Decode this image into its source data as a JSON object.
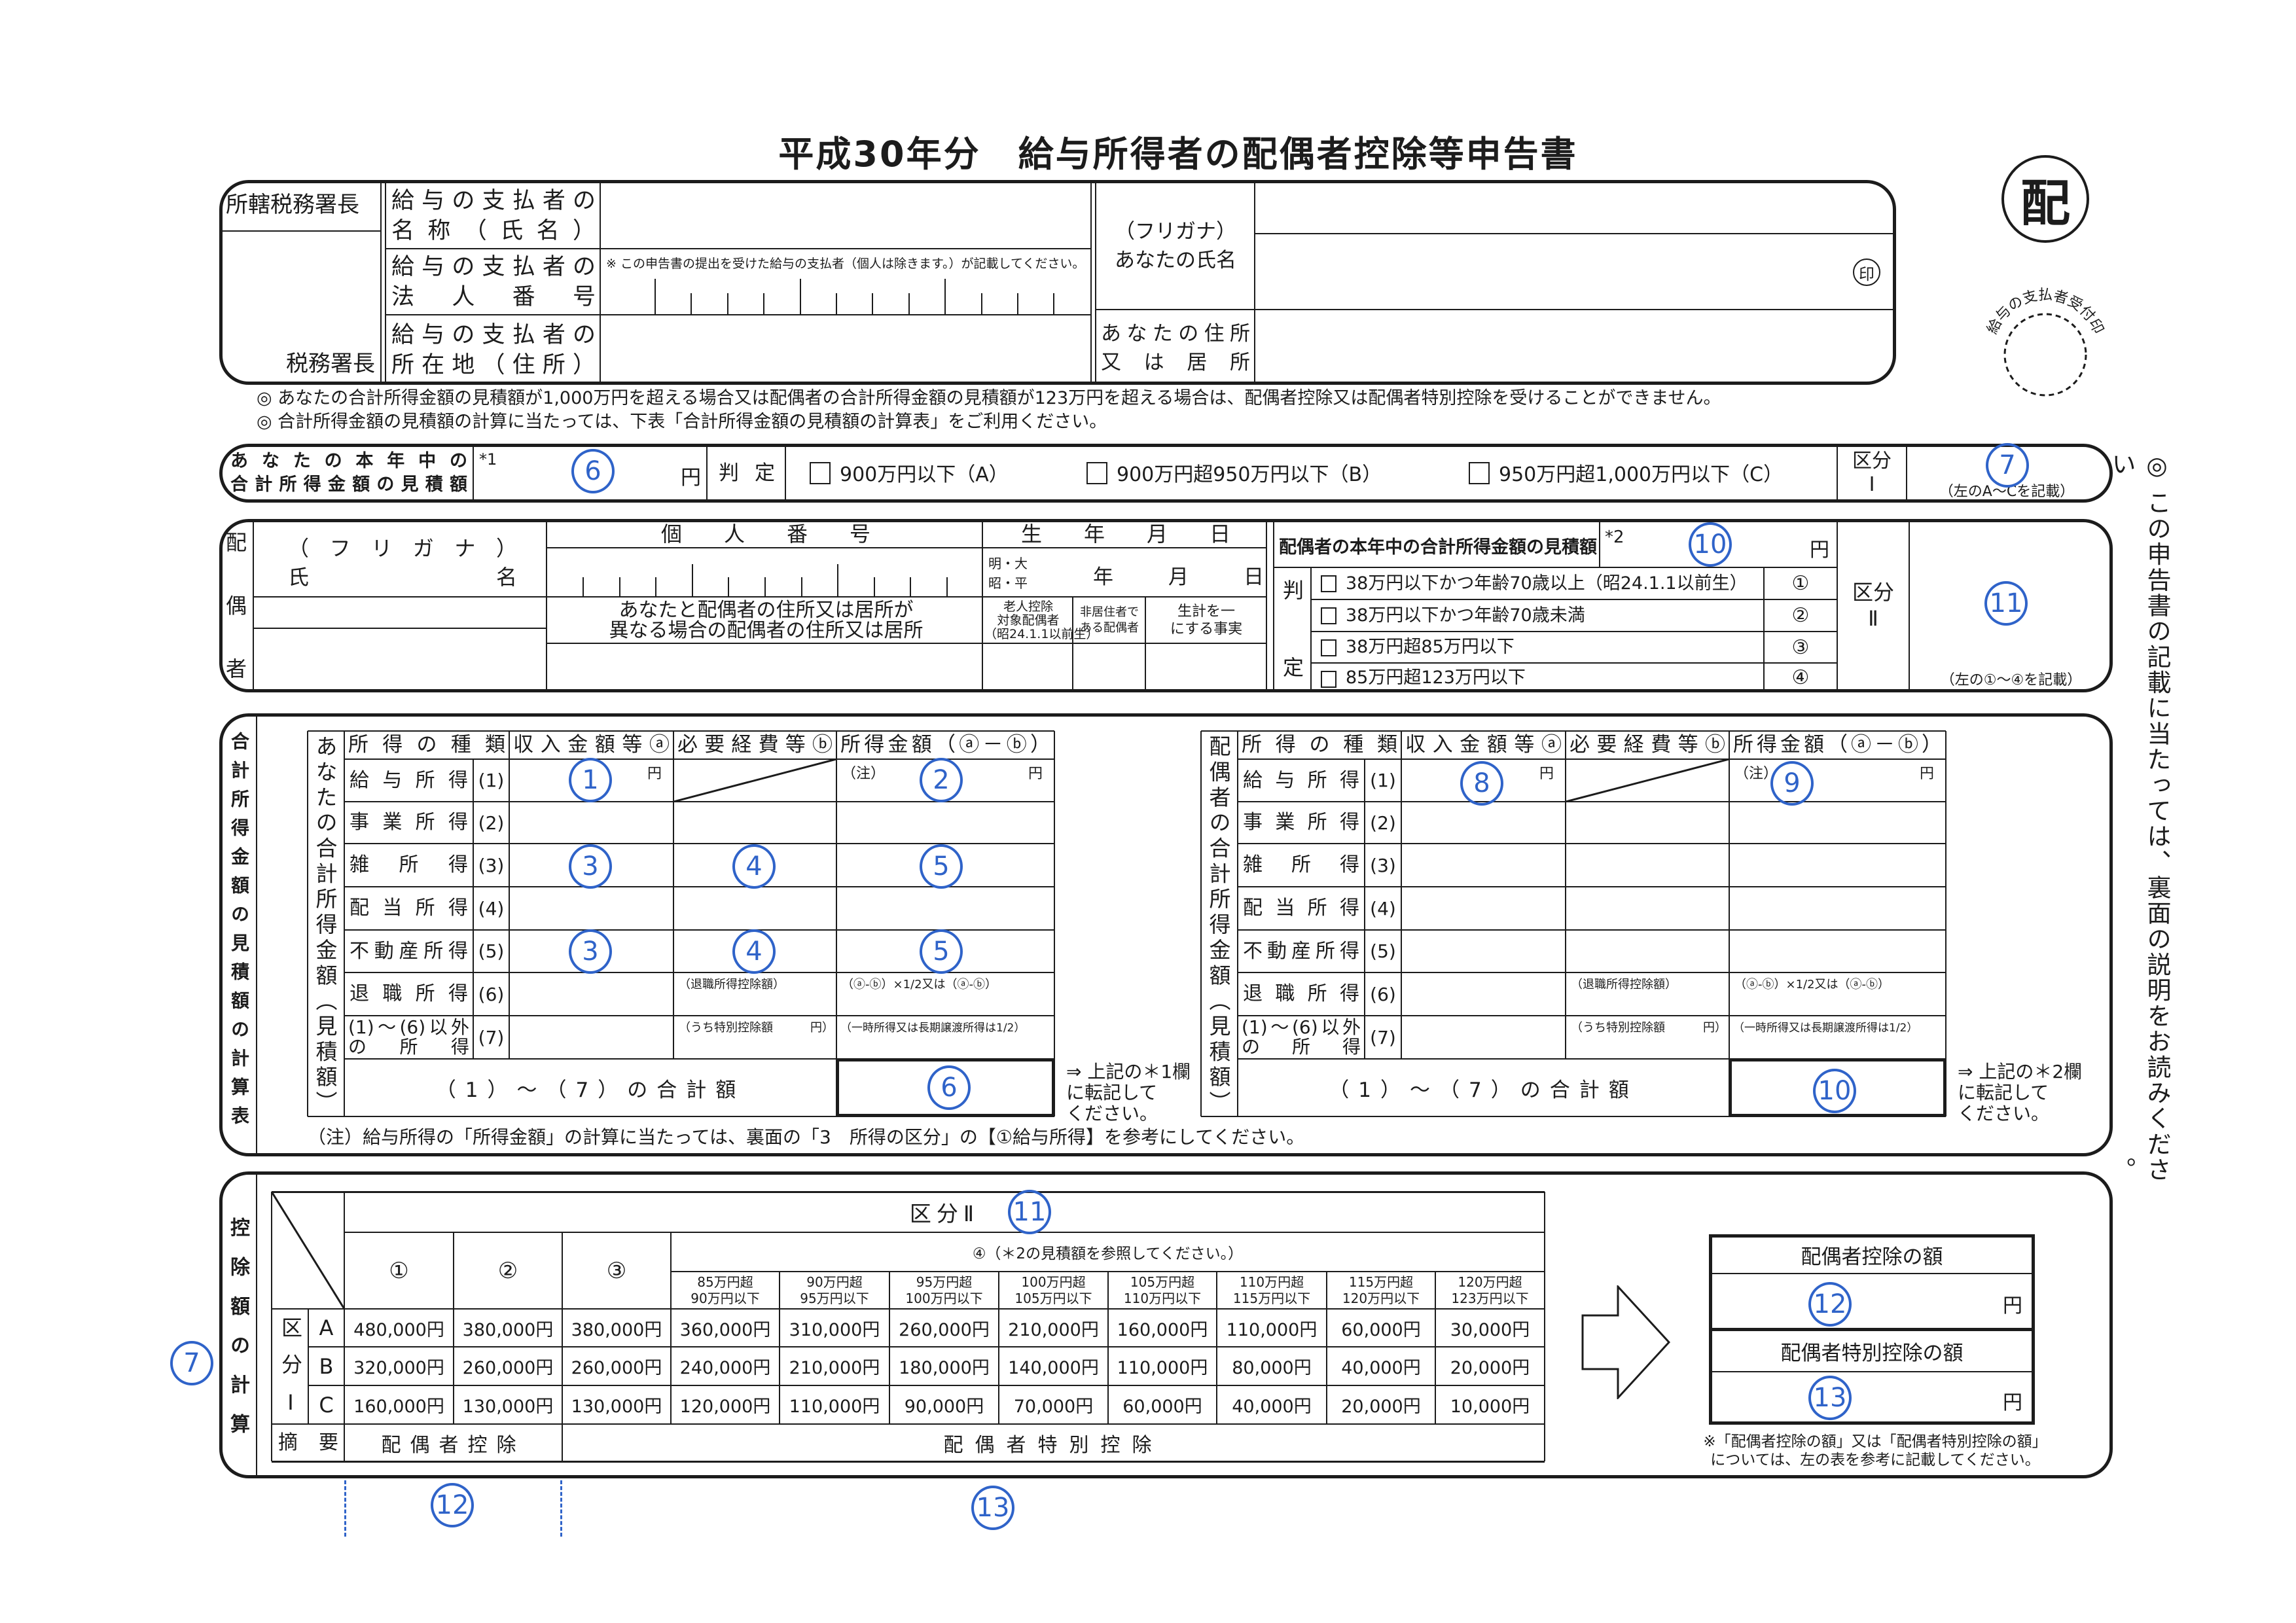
{
  "colors": {
    "ink": "#1c1c1c",
    "annotation": "#2f63c9"
  },
  "title": "平成30年分　給与所得者の配偶者控除等申告書",
  "form_stamp": "配",
  "receipt_stamp": "給与の支払者受付印",
  "header": {
    "tax_office_label": "所轄税務署長",
    "tax_office_suffix": "税務署長",
    "payer_name_label": [
      "給与の支払者の",
      "名称（氏名）"
    ],
    "payer_number_label": [
      "給与の支払者の",
      "法人番号"
    ],
    "payer_number_note": "※ この申告書の提出を受けた給与の支払者（個人は除きます。）が記載してください。",
    "payer_address_label": [
      "給与の支払者の",
      "所在地（住所）"
    ],
    "your_name_label": [
      "（フリガナ）",
      "あなたの氏名"
    ],
    "seal": "印",
    "your_address_label": [
      "あなたの住所",
      "又は居所"
    ]
  },
  "notes": [
    "◎ あなたの合計所得金額の見積額が1,000万円を超える場合又は配偶者の合計所得金額の見積額が123万円を超える場合は、配偶者控除又は配偶者特別控除を受けることができません。",
    "◎ 合計所得金額の見積額の計算に当たっては、下表「合計所得金額の見積額の計算表」をご利用ください。"
  ],
  "your_estimate": {
    "label": [
      "あなたの本年中の",
      "合計所得金額の見積額"
    ],
    "mark": "*1",
    "yen": "円",
    "judge": "判定",
    "options": [
      "900万円以下（A）",
      "900万円超950万円以下（B）",
      "950万円超1,000万円以下（C）"
    ],
    "kubun_label": [
      "区分",
      "Ⅰ"
    ],
    "kubun_note": "（左のA～Cを記載）"
  },
  "spouse": {
    "side_label": "配偶者",
    "name_label": [
      "（フリガナ）",
      "氏名"
    ],
    "mynumber_label": "個人番号",
    "birth_label": "生年月日",
    "eras": [
      "明・大",
      "昭・平"
    ],
    "ymd": [
      "年",
      "月",
      "日"
    ],
    "address_label": [
      "あなたと配偶者の住所又は居所が",
      "異なる場合の配偶者の住所又は居所"
    ],
    "elderly_label": [
      "老人控除",
      "対象配偶者",
      "（昭24.1.1以前生）"
    ],
    "nonresident_label": [
      "非居住者で",
      "ある配偶者"
    ],
    "livelihood_label": [
      "生計を一",
      "にする事実"
    ],
    "estimate_label": "配偶者の本年中の合計所得金額の見積額",
    "mark": "*2",
    "yen": "円",
    "judge": "判定",
    "options": [
      {
        "label": "38万円以下かつ年齢70歳以上（昭24.1.1以前生）",
        "num": "①"
      },
      {
        "label": "38万円以下かつ年齢70歳未満",
        "num": "②"
      },
      {
        "label": "38万円超85万円以下",
        "num": "③"
      },
      {
        "label": "85万円超123万円以下",
        "num": "④"
      }
    ],
    "kubun_label": [
      "区分",
      "Ⅱ"
    ],
    "kubun_note": "（左の①～④を記載）"
  },
  "calc": {
    "side_label": "合計所得金額の見積額の計算表",
    "you_label": "あなたの合計所得金額（見積額）",
    "spouse_label": "配偶者の合計所得金額（見積額）",
    "headers": [
      "所得の種類",
      "収入金額等ⓐ",
      "必要経費等ⓑ",
      "所得金額（ⓐ－ⓑ）"
    ],
    "rows": [
      {
        "type": [
          "給与所得"
        ],
        "num": "(1)"
      },
      {
        "type": [
          "事業所得"
        ],
        "num": "(2)"
      },
      {
        "type": [
          "雑所得"
        ],
        "num": "(3)"
      },
      {
        "type": [
          "配当所得"
        ],
        "num": "(4)"
      },
      {
        "type": [
          "不動産所得"
        ],
        "num": "(5)"
      },
      {
        "type": [
          "退職所得"
        ],
        "num": "(6)"
      },
      {
        "type": [
          "(1)～(6)以外",
          "の所得"
        ],
        "num": "(7)"
      }
    ],
    "yen": "円",
    "note_mark": "（注）",
    "retire_b": "（退職所得控除額）",
    "retire_c": "（ⓐ-ⓑ）×1/2又は（ⓐ-ⓑ）",
    "other_b": "（うち特別控除額",
    "other_b_yen": "円）",
    "other_c": "（一時所得又は長期譲渡所得は1/2）",
    "total_label": "（1）～（7）の合計額",
    "transfer_you": [
      "⇒ 上記の＊1欄",
      "に転記して",
      "ください。"
    ],
    "transfer_spouse": [
      "⇒ 上記の＊2欄",
      "に転記して",
      "ください。"
    ],
    "footnote": "（注）給与所得の「所得金額」の計算に当たっては、裏面の「3　所得の区分」の【①給与所得】を参考にしてください。"
  },
  "deduction": {
    "side_label": "控除額の計算",
    "kubun2_label": "区分Ⅱ",
    "col_heads": [
      "①",
      "②",
      "③"
    ],
    "col4_head": "④（＊2の見積額を参照してください。）",
    "ranges": [
      [
        "85万円超",
        "90万円以下"
      ],
      [
        "90万円超",
        "95万円以下"
      ],
      [
        "95万円超",
        "100万円以下"
      ],
      [
        "100万円超",
        "105万円以下"
      ],
      [
        "105万円超",
        "110万円以下"
      ],
      [
        "110万円超",
        "115万円以下"
      ],
      [
        "115万円超",
        "120万円以下"
      ],
      [
        "120万円超",
        "123万円以下"
      ]
    ],
    "kubun1_label": "区分Ⅰ",
    "rows": [
      {
        "key": "A",
        "values": [
          "480,000円",
          "380,000円",
          "380,000円",
          "360,000円",
          "310,000円",
          "260,000円",
          "210,000円",
          "160,000円",
          "110,000円",
          "60,000円",
          "30,000円"
        ]
      },
      {
        "key": "B",
        "values": [
          "320,000円",
          "260,000円",
          "260,000円",
          "240,000円",
          "210,000円",
          "180,000円",
          "140,000円",
          "110,000円",
          "80,000円",
          "40,000円",
          "20,000円"
        ]
      },
      {
        "key": "C",
        "values": [
          "160,000円",
          "130,000円",
          "130,000円",
          "120,000円",
          "110,000円",
          "90,000円",
          "70,000円",
          "60,000円",
          "40,000円",
          "20,000円",
          "10,000円"
        ]
      }
    ],
    "summary_label": "摘要",
    "spouse_deduction": "配偶者控除",
    "special_deduction": "配偶者特別控除",
    "result": {
      "deduction_label": "配偶者控除の額",
      "special_label": "配偶者特別控除の額",
      "yen": "円"
    },
    "result_note": [
      "※「配偶者控除の額」又は「配偶者特別控除の額」",
      "については、左の表を参考に記載してください。"
    ]
  },
  "side_instruction": "◎ この申告書の記載に当たっては、裏面の説明をお読みください。",
  "annotations": [
    "6",
    "7",
    "10",
    "11",
    "1",
    "2",
    "3",
    "3",
    "4",
    "4",
    "5",
    "5",
    "6",
    "8",
    "9",
    "10",
    "11",
    "7",
    "12",
    "13",
    "12",
    "13"
  ]
}
